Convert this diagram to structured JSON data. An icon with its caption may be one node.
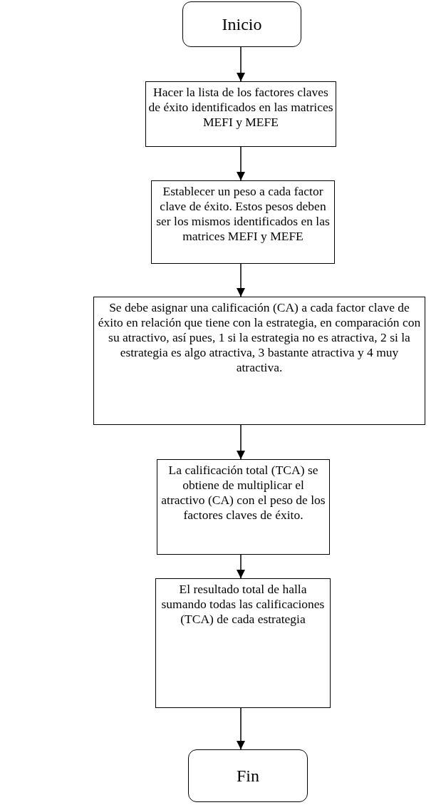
{
  "diagram": {
    "nodes": [
      {
        "text": [
          "Inicio"
        ]
      },
      {
        "text": [
          "Hacer la lista de los factores claves de éxito identificados en las matrices MEFI y MEFE"
        ]
      },
      {
        "text": [
          "Establecer un peso a cada factor clave de éxito. Estos pesos deben ser los mismos identificados en las matrices MEFI y MEFE"
        ]
      },
      {
        "text": [
          "Se debe asignar una calificación (CA) a cada factor clave de éxito en relación que tiene con la estrategia, en comparación con su atractivo, así pues, 1 si la estrategia no es atractiva, 2 si la estrategia es algo atractiva, 3 bastante atractiva y 4 muy atractiva."
        ]
      },
      {
        "text": [
          "La calificación total (TCA) se obtiene de multiplicar el atractivo (CA) con el peso de los factores claves de éxito."
        ]
      },
      {
        "text": [
          "El resultado total de halla sumando todas las calificaciones (TCA) de cada estrategia"
        ]
      },
      {
        "text": [
          "Fin"
        ]
      }
    ],
    "edges": [
      {
        "from": 0,
        "to": 1,
        "arrow": "to"
      },
      {
        "from": 1,
        "to": 2,
        "arrow": "to"
      },
      {
        "from": 2,
        "to": 3,
        "arrow": "to"
      },
      {
        "from": 3,
        "to": 4,
        "arrow": "to"
      },
      {
        "from": 4,
        "to": 5,
        "arrow": "to"
      },
      {
        "from": 5,
        "to": 6,
        "arrow": "to"
      }
    ]
  }
}
